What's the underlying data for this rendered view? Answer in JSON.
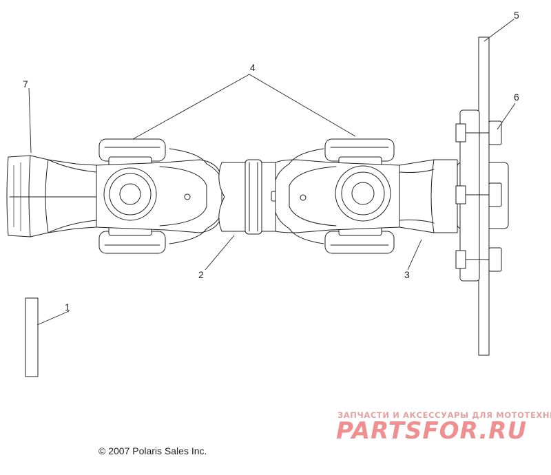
{
  "callouts": {
    "c1": "1",
    "c2": "2",
    "c3": "3",
    "c4": "4",
    "c5": "5",
    "c6": "6",
    "c7": "7"
  },
  "copyright": "© 2007 Polaris Sales Inc.",
  "watermark": {
    "subtitle": "ЗАПЧАСТИ И АКСЕССУАРЫ ДЛЯ МОТОТЕХНИКИ",
    "logo": "PARTSFOR.RU",
    "color": "#f08f8f"
  }
}
